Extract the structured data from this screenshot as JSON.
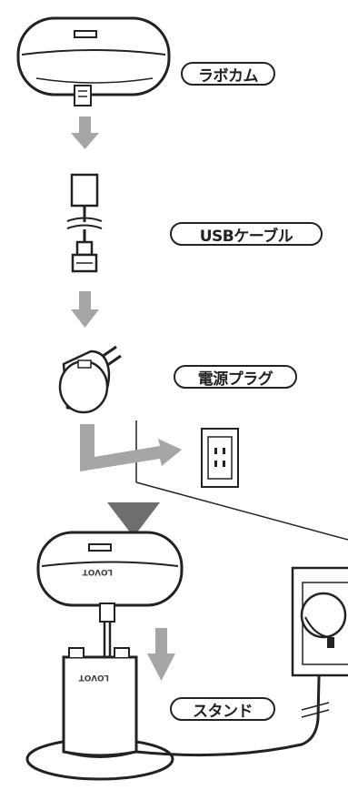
{
  "labels": {
    "camera": "ラボカム",
    "usb_cable": "USBケーブル",
    "power_plug": "電源プラグ",
    "stand": "スタンド"
  },
  "device_marking": "LOVOT",
  "colors": {
    "stroke": "#222222",
    "arrow_gray": "#a6a6a6",
    "arrow_dark": "#6e6e6e",
    "fill": "#ffffff"
  }
}
